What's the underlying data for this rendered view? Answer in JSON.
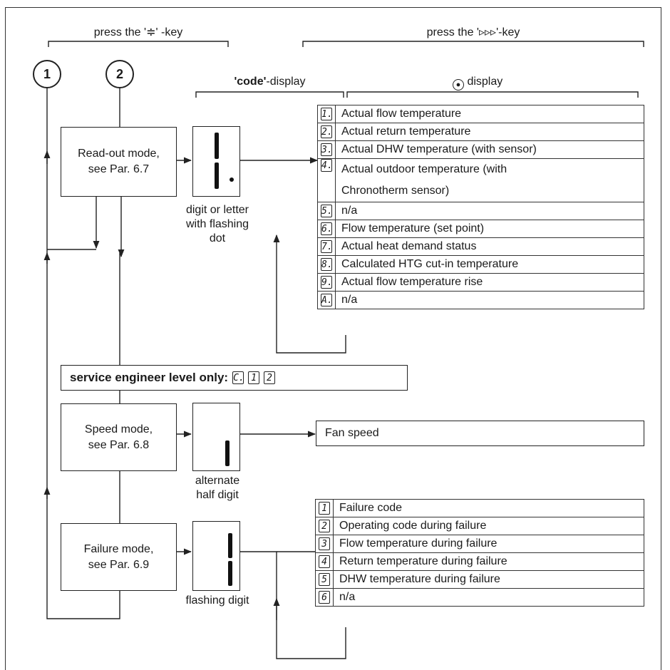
{
  "headers": {
    "press_up_down": "press the '≑' -key",
    "press_step": "press the '▹▹▹'-key",
    "code_display_bold": "'code'",
    "code_display_rest": "-display",
    "display": "display"
  },
  "circles": [
    "1",
    "2"
  ],
  "modes": {
    "readout": "Read-out mode,\nsee Par. 6.7",
    "speed": "Speed mode,\nsee Par. 6.8",
    "failure": "Failure mode,\nsee Par. 6.9"
  },
  "captions": {
    "readout": "digit or letter\nwith flashing\ndot",
    "speed": "alternate\nhalf digit",
    "failure": "flashing digit"
  },
  "service": {
    "label": "service engineer level only:",
    "codes": [
      "C.",
      "1",
      "2"
    ]
  },
  "readout_table": [
    {
      "code": "1.",
      "text": "Actual flow temperature"
    },
    {
      "code": "2.",
      "text": "Actual return temperature"
    },
    {
      "code": "3.",
      "text": "Actual DHW temperature (with sensor)"
    },
    {
      "code": "4.",
      "text": "Actual outdoor temperature (with\nChronotherm sensor)"
    },
    {
      "code": "5.",
      "text": "n/a"
    },
    {
      "code": "6.",
      "text": "Flow temperature (set point)"
    },
    {
      "code": "7.",
      "text": "Actual heat demand status"
    },
    {
      "code": "8.",
      "text": "Calculated HTG cut-in temperature"
    },
    {
      "code": "9.",
      "text": "Actual flow temperature rise"
    },
    {
      "code": "A.",
      "text": "n/a"
    }
  ],
  "speed_table": {
    "text": "Fan speed"
  },
  "failure_table": [
    {
      "code": "1",
      "text": "Failure code"
    },
    {
      "code": "2",
      "text": "Operating code during failure"
    },
    {
      "code": "3",
      "text": "Flow temperature during failure"
    },
    {
      "code": "4",
      "text": "Return temperature during failure"
    },
    {
      "code": "5",
      "text": "DHW temperature during failure"
    },
    {
      "code": "6",
      "text": "n/a"
    }
  ]
}
